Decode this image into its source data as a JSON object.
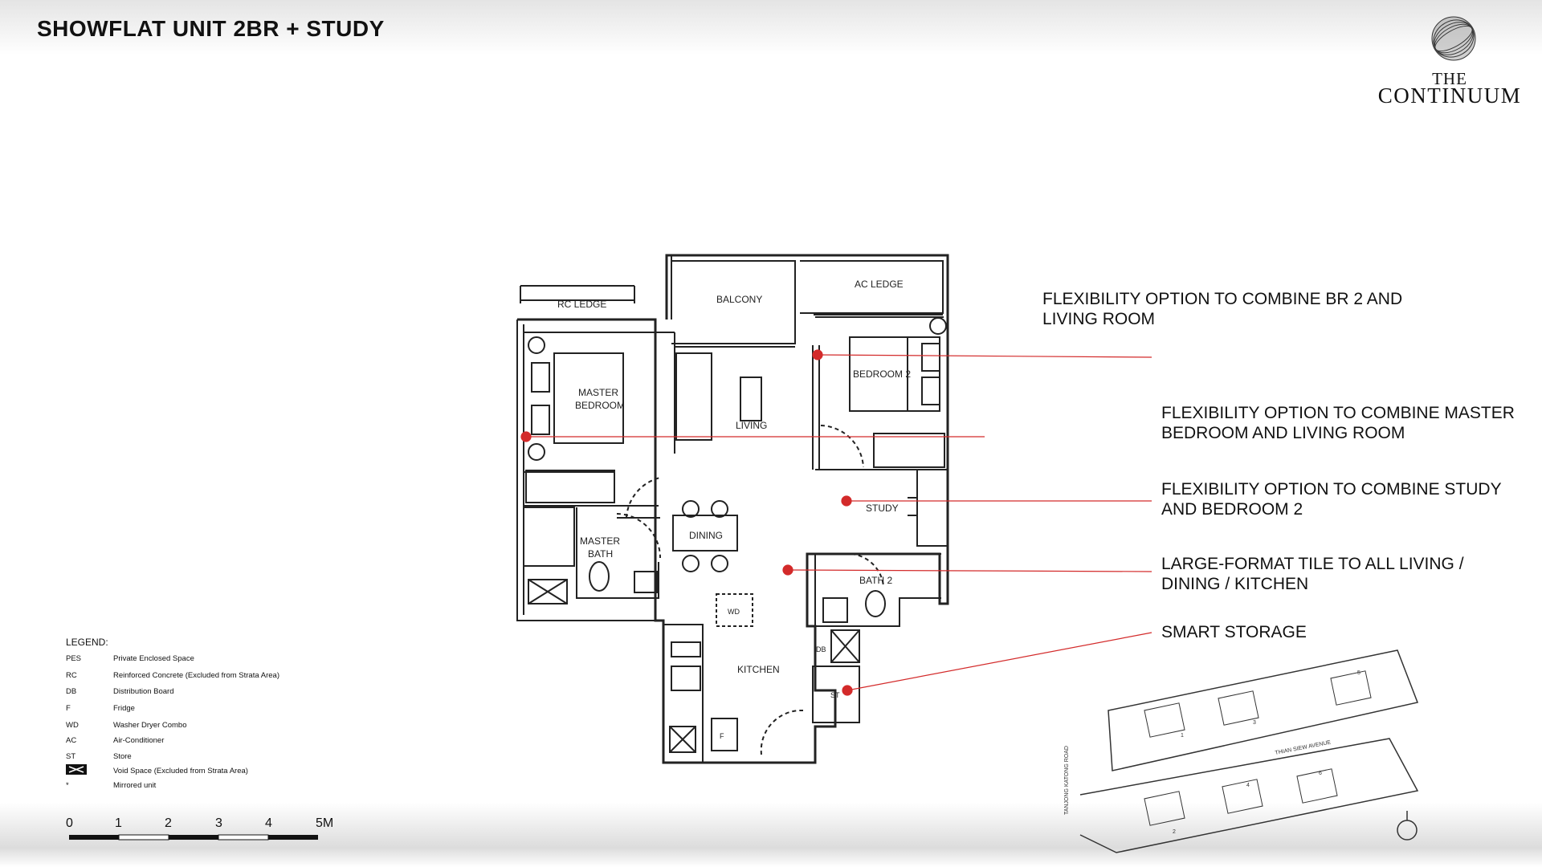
{
  "title": "SHOWFLAT UNIT 2BR + STUDY",
  "logo": {
    "line1": "THE",
    "line2": "CONTINUUM"
  },
  "rooms": {
    "rc_ledge": "RC LEDGE",
    "balcony": "BALCONY",
    "ac_ledge": "AC LEDGE",
    "master_bedroom_1": "MASTER",
    "master_bedroom_2": "BEDROOM",
    "bedroom2": "BEDROOM 2",
    "living": "LIVING",
    "study": "STUDY",
    "dining": "DINING",
    "master_bath_1": "MASTER",
    "master_bath_2": "BATH",
    "bath2": "BATH 2",
    "kitchen": "KITCHEN",
    "wd": "WD",
    "db": "DB",
    "st": "ST",
    "f": "F"
  },
  "callouts": [
    "FLEXIBILITY OPTION TO COMBINE BR 2 AND LIVING ROOM",
    "FLEXIBILITY OPTION TO COMBINE MASTER BEDROOM AND LIVING ROOM",
    "FLEXIBILITY OPTION TO COMBINE STUDY AND BEDROOM 2",
    "LARGE-FORMAT TILE TO ALL LIVING / DINING / KITCHEN",
    "SMART STORAGE"
  ],
  "legend": {
    "title": "LEGEND:",
    "items": [
      {
        "key": "PES",
        "value": "Private Enclosed Space"
      },
      {
        "key": "RC",
        "value": "Reinforced Concrete (Excluded from Strata Area)"
      },
      {
        "key": "DB",
        "value": "Distribution Board"
      },
      {
        "key": "F",
        "value": "Fridge"
      },
      {
        "key": "WD",
        "value": "Washer Dryer Combo"
      },
      {
        "key": "AC",
        "value": "Air-Conditioner"
      },
      {
        "key": "ST",
        "value": "Store"
      },
      {
        "key": "",
        "value": "Void Space (Excluded from Strata Area)"
      },
      {
        "key": "*",
        "value": "Mirrored unit"
      }
    ]
  },
  "scale": [
    "0",
    "1",
    "2",
    "3",
    "4",
    "5M"
  ],
  "site_plan": {
    "road1": "TANJONG KATONG ROAD",
    "road2": "THIAN SIEW AVENUE",
    "blocks": [
      "1",
      "3",
      "5",
      "2",
      "4",
      "6"
    ]
  },
  "colors": {
    "accent": "#d32a2a",
    "line": "#222222"
  }
}
